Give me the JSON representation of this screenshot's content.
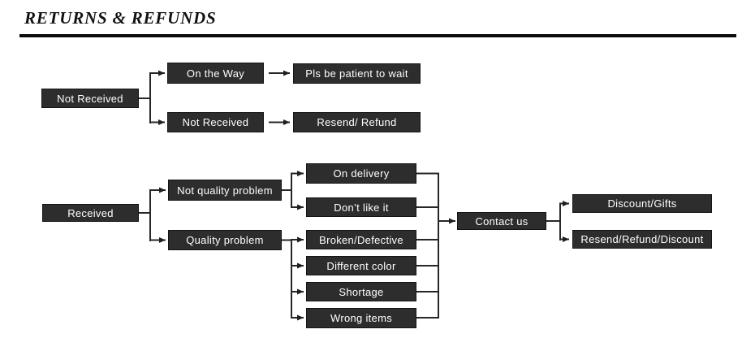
{
  "page": {
    "title": "RETURNS & REFUNDS"
  },
  "colors": {
    "background": "#ffffff",
    "node_bg": "#2e2d2e",
    "node_border": "#141414",
    "node_text": "#ffffff",
    "connector_line": "#272727",
    "title_text": "#111111",
    "title_rule": "#0c0c0c"
  },
  "flow": {
    "not_received_branch": {
      "root": "Not Received",
      "on_the_way": "On the Way",
      "be_patient": "Pls be patient to wait",
      "not_received": "Not Received",
      "resend_refund": "Resend/ Refund"
    },
    "received_branch": {
      "root": "Received",
      "not_quality_problem": "Not quality problem",
      "quality_problem": "Quality problem",
      "on_delivery": "On delivery",
      "dont_like_it": "Don’t like it",
      "broken_defective": "Broken/Defective",
      "different_color": "Different color",
      "shortage": "Shortage",
      "wrong_items": "Wrong items",
      "contact_us": "Contact us",
      "discount_gifts": "Discount/Gifts",
      "resend_refund_discount": "Resend/Refund/Discount"
    }
  },
  "edges": [
    {
      "from": "Not Received",
      "to": "On the Way"
    },
    {
      "from": "Not Received",
      "to": "Not Received (still in transit)"
    },
    {
      "from": "On the Way",
      "to": "Pls be patient to wait"
    },
    {
      "from": "Not Received (still in transit)",
      "to": "Resend/ Refund"
    },
    {
      "from": "Received",
      "to": "Not quality problem"
    },
    {
      "from": "Received",
      "to": "Quality problem"
    },
    {
      "from": "Not quality problem",
      "to": "On delivery"
    },
    {
      "from": "Not quality problem",
      "to": "Don’t like it"
    },
    {
      "from": "Quality problem",
      "to": "Broken/Defective"
    },
    {
      "from": "Quality problem",
      "to": "Different color"
    },
    {
      "from": "Quality problem",
      "to": "Shortage"
    },
    {
      "from": "Quality problem",
      "to": "Wrong items"
    },
    {
      "from": "On delivery",
      "to": "Contact us"
    },
    {
      "from": "Don’t like it",
      "to": "Contact us"
    },
    {
      "from": "Broken/Defective",
      "to": "Contact us"
    },
    {
      "from": "Different color",
      "to": "Contact us"
    },
    {
      "from": "Shortage",
      "to": "Contact us"
    },
    {
      "from": "Wrong items",
      "to": "Contact us"
    },
    {
      "from": "Contact us",
      "to": "Discount/Gifts"
    },
    {
      "from": "Contact us",
      "to": "Resend/Refund/Discount"
    }
  ]
}
